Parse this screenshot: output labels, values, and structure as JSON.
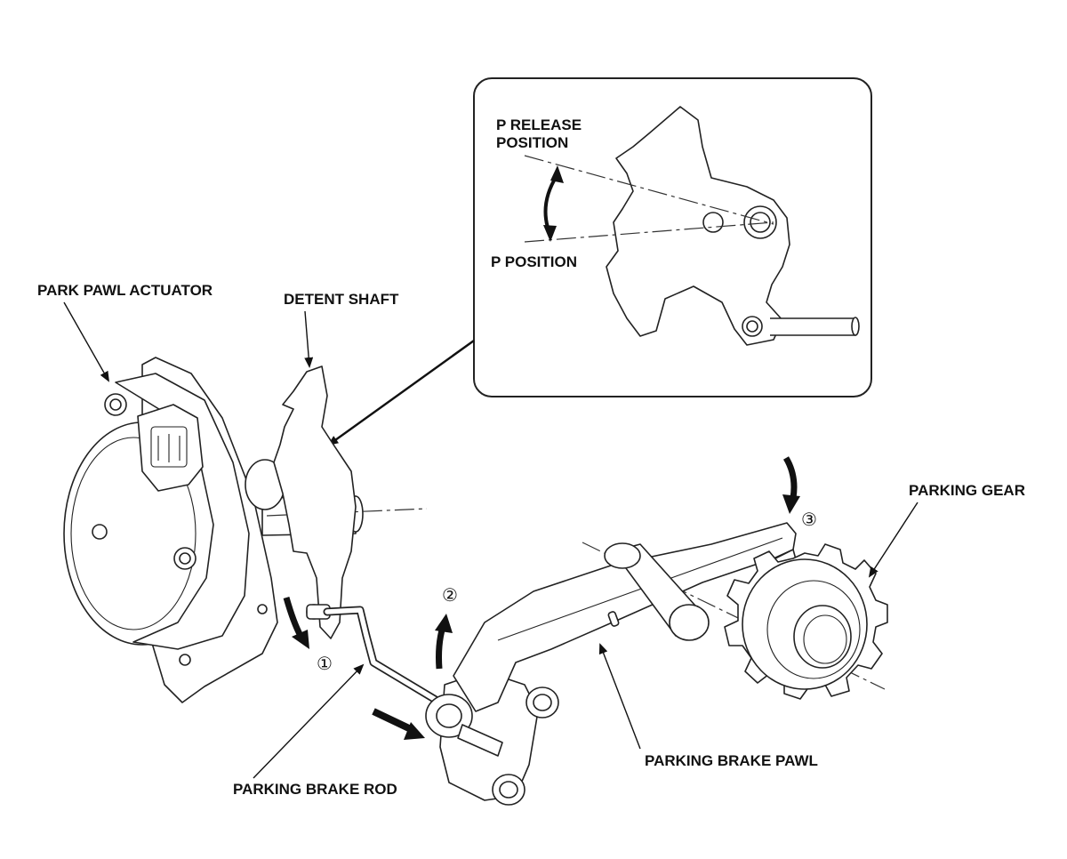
{
  "labels": {
    "park_pawl_actuator": "PARK PAWL ACTUATOR",
    "detent_shaft": "DETENT SHAFT",
    "p_release_position_line1": "P RELEASE",
    "p_release_position_line2": "POSITION",
    "p_position": "P POSITION",
    "parking_gear": "PARKING GEAR",
    "parking_brake_pawl": "PARKING BRAKE PAWL",
    "parking_brake_rod": "PARKING BRAKE ROD"
  },
  "steps": {
    "step1": "①",
    "step2": "②",
    "step3": "③"
  },
  "colors": {
    "line": "#222222",
    "background": "#ffffff"
  }
}
